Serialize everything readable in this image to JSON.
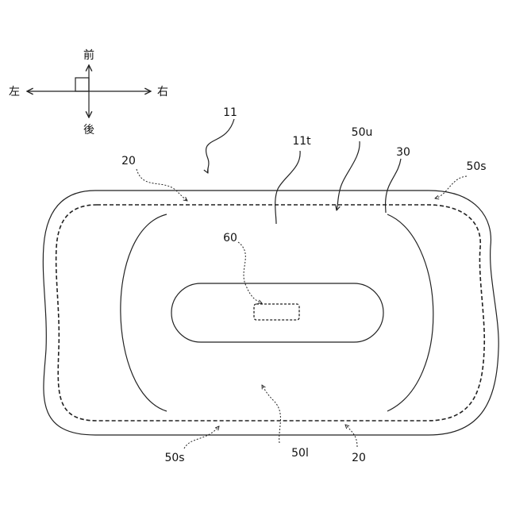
{
  "directions": {
    "front": "前",
    "back": "後",
    "left": "左",
    "right": "右"
  },
  "labels": {
    "ref_11": "11",
    "ref_11t": "11t",
    "ref_50u": "50u",
    "ref_30": "30",
    "ref_50s_top": "50s",
    "ref_20_top": "20",
    "ref_60": "60",
    "ref_50s_bottom": "50s",
    "ref_50l": "50l",
    "ref_20_bottom": "20"
  }
}
